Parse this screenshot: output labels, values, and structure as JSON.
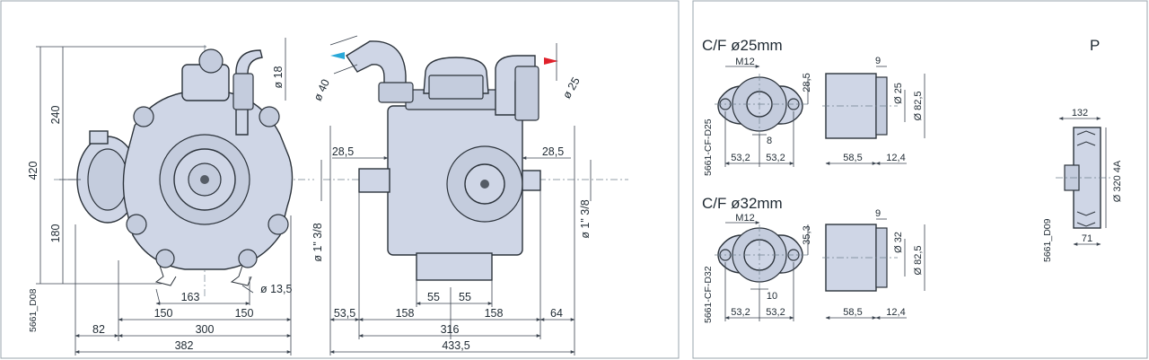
{
  "front_view": {
    "code": "5661_D08",
    "dims": {
      "total_height": "420",
      "upper_height": "240",
      "lower_height": "180",
      "outlet_diameter": "ø 18",
      "foot_spacing": "163",
      "hole_diameter": "ø 13,5",
      "half_left": "150",
      "half_right": "150",
      "mount_span": "300",
      "left_offset": "82",
      "total_width": "382"
    }
  },
  "side_view": {
    "dims": {
      "suction_diameter": "ø 40",
      "outlet_diameter": "ø 25",
      "left_shaft_offset": "28,5",
      "right_shaft_offset": "28,5",
      "left_thread": "ø 1\" 3/8",
      "right_thread": "ø 1\" 3/8",
      "foot_left": "55",
      "foot_right": "55",
      "left_shaft_length": "53,5",
      "left_half": "158",
      "right_half": "158",
      "right_shaft_length": "64",
      "mount_span": "316",
      "total_width": "433,5"
    }
  },
  "flange_25": {
    "title": "C/F ø25mm",
    "code": "5661-CF-D25",
    "dims": {
      "thread": "M12",
      "height": "28,5",
      "slot": "8",
      "half_left": "53,2",
      "half_right": "53,2",
      "top_width": "9",
      "bore": "Ø 25",
      "outer": "Ø 82,5",
      "length": "58,5",
      "collar": "12,4"
    }
  },
  "flange_32": {
    "title": "C/F ø32mm",
    "code": "5661-CF-D32",
    "dims": {
      "thread": "M12",
      "height": "35,3",
      "slot": "10",
      "half_left": "53,2",
      "half_right": "53,2",
      "top_width": "9",
      "bore": "Ø 32",
      "outer": "Ø 82,5",
      "length": "58,5",
      "collar": "12,4"
    }
  },
  "pulley": {
    "title": "P",
    "code": "5661_D09",
    "dims": {
      "width": "132",
      "diameter": "Ø 320 4A",
      "hub": "71"
    }
  },
  "colors": {
    "suction_arrow": "#29a8d8",
    "outlet_arrow": "#e0202a",
    "body": "#cfd6e6",
    "border": "#9aa4ad"
  }
}
